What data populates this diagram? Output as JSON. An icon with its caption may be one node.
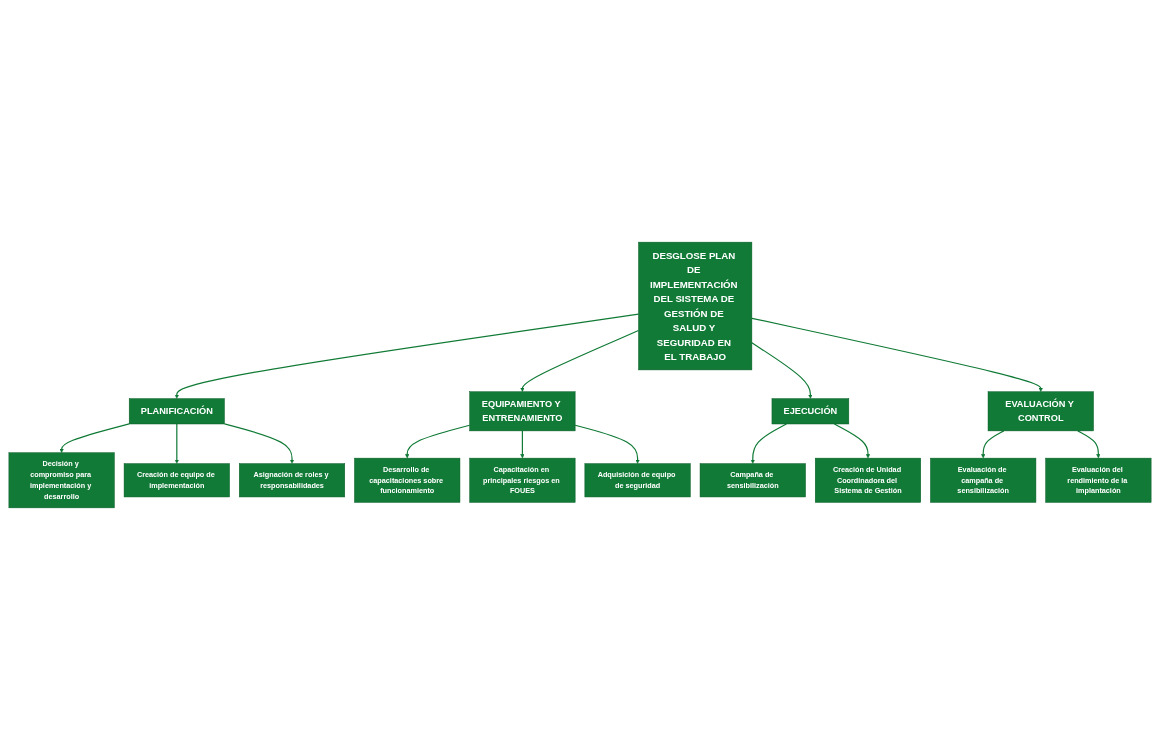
{
  "diagram": {
    "nodes": [
      {
        "text": [
          "DESGLOSE PLAN DE IMPLEMENTACIÓN DEL SISTEMA DE GESTIÓN DE SALUD Y SEGURIDAD EN EL TRABAJO"
        ]
      },
      {
        "text": [
          "PLANIFICACIÓN"
        ]
      },
      {
        "text": [
          "EQUIPAMIENTO Y ENTRENAMIENTO"
        ]
      },
      {
        "text": [
          "EJECUCIÓN"
        ]
      },
      {
        "text": [
          "EVALUACIÓN Y CONTROL"
        ]
      },
      {
        "text": [
          "Decisión y compromiso para implementación y desarrollo"
        ]
      },
      {
        "text": [
          "Desarrollo de capacitaciones sobre funcionamiento"
        ]
      },
      {
        "text": [
          "Campaña de sensibilización"
        ]
      },
      {
        "text": [
          "Evaluación de campaña de sensibilización"
        ]
      },
      {
        "text": [
          "Creación de equipo de implementación"
        ]
      },
      {
        "text": [
          "Capacitación en principales riesgos en FOUES"
        ]
      },
      {
        "text": [
          "Creación de Unidad Coordinadora del Sistema de Gestión"
        ]
      },
      {
        "text": [
          "Evaluación del rendimiento de la implantación"
        ]
      },
      {
        "text": [
          "Asignación de roles y responsabilidades"
        ]
      },
      {
        "text": [
          "Adquisición de equipo de seguridad"
        ]
      }
    ],
    "edges": [
      {
        "from": 0,
        "to": 1,
        "arrow": "to"
      },
      {
        "from": 0,
        "to": 2,
        "arrow": "to"
      },
      {
        "from": 0,
        "to": 3,
        "arrow": "to"
      },
      {
        "from": 0,
        "to": 4,
        "arrow": "to"
      },
      {
        "from": 1,
        "to": 5,
        "arrow": "to"
      },
      {
        "from": 1,
        "to": 9,
        "arrow": "to"
      },
      {
        "from": 1,
        "to": 13,
        "arrow": "to"
      },
      {
        "from": 2,
        "to": 6,
        "arrow": "to"
      },
      {
        "from": 2,
        "to": 10,
        "arrow": "to"
      },
      {
        "from": 2,
        "to": 14,
        "arrow": "to"
      },
      {
        "from": 3,
        "to": 7,
        "arrow": "to"
      },
      {
        "from": 3,
        "to": 11,
        "arrow": "to"
      },
      {
        "from": 4,
        "to": 8,
        "arrow": "to"
      },
      {
        "from": 4,
        "to": 12,
        "arrow": "to"
      }
    ]
  }
}
